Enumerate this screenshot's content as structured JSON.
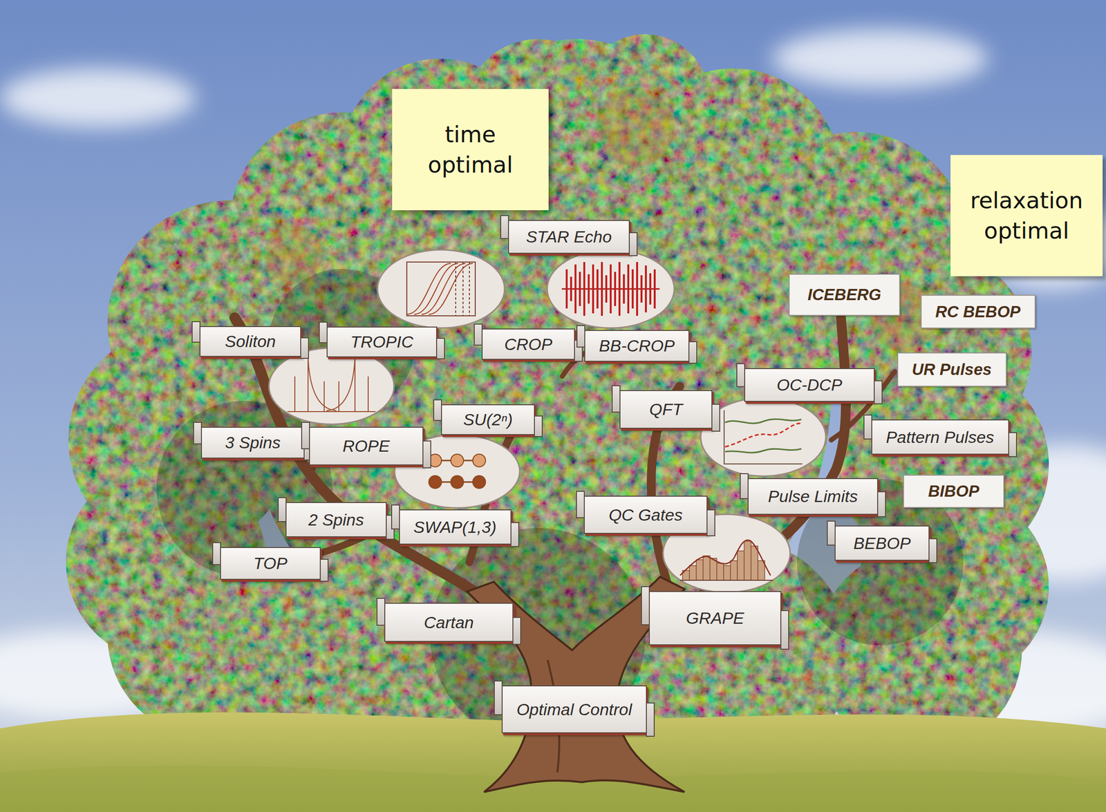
{
  "diagram": {
    "nodes": [
      {
        "text": [
          "time optimal"
        ]
      },
      {
        "text": [
          "relaxation optimal"
        ]
      },
      {
        "text": [
          "STAR Echo"
        ]
      },
      {
        "text": [
          "ICEBERG"
        ]
      },
      {
        "text": [
          "RC BEBOP"
        ]
      },
      {
        "text": [
          "Soliton"
        ]
      },
      {
        "text": [
          "TROPIC"
        ]
      },
      {
        "text": [
          "CROP"
        ]
      },
      {
        "text": [
          "BB-CROP"
        ]
      },
      {
        "text": [
          "UR Pulses"
        ]
      },
      {
        "text": [
          "OC-DCP"
        ]
      },
      {
        "text": [
          "QFT"
        ]
      },
      {
        "text": [
          "SU(2ⁿ)"
        ]
      },
      {
        "text": [
          "Pattern Pulses"
        ]
      },
      {
        "text": [
          "3 Spins"
        ]
      },
      {
        "text": [
          "ROPE"
        ]
      },
      {
        "text": [
          "BIBOP"
        ]
      },
      {
        "text": [
          "Pulse Limits"
        ]
      },
      {
        "text": [
          "QC Gates"
        ]
      },
      {
        "text": [
          "2 Spins"
        ]
      },
      {
        "text": [
          "SWAP(1,3)"
        ]
      },
      {
        "text": [
          "BEBOP"
        ]
      },
      {
        "text": [
          "TOP"
        ]
      },
      {
        "text": [
          "GRAPE"
        ]
      },
      {
        "text": [
          "Cartan"
        ]
      },
      {
        "text": [
          "Optimal Control"
        ]
      }
    ]
  }
}
